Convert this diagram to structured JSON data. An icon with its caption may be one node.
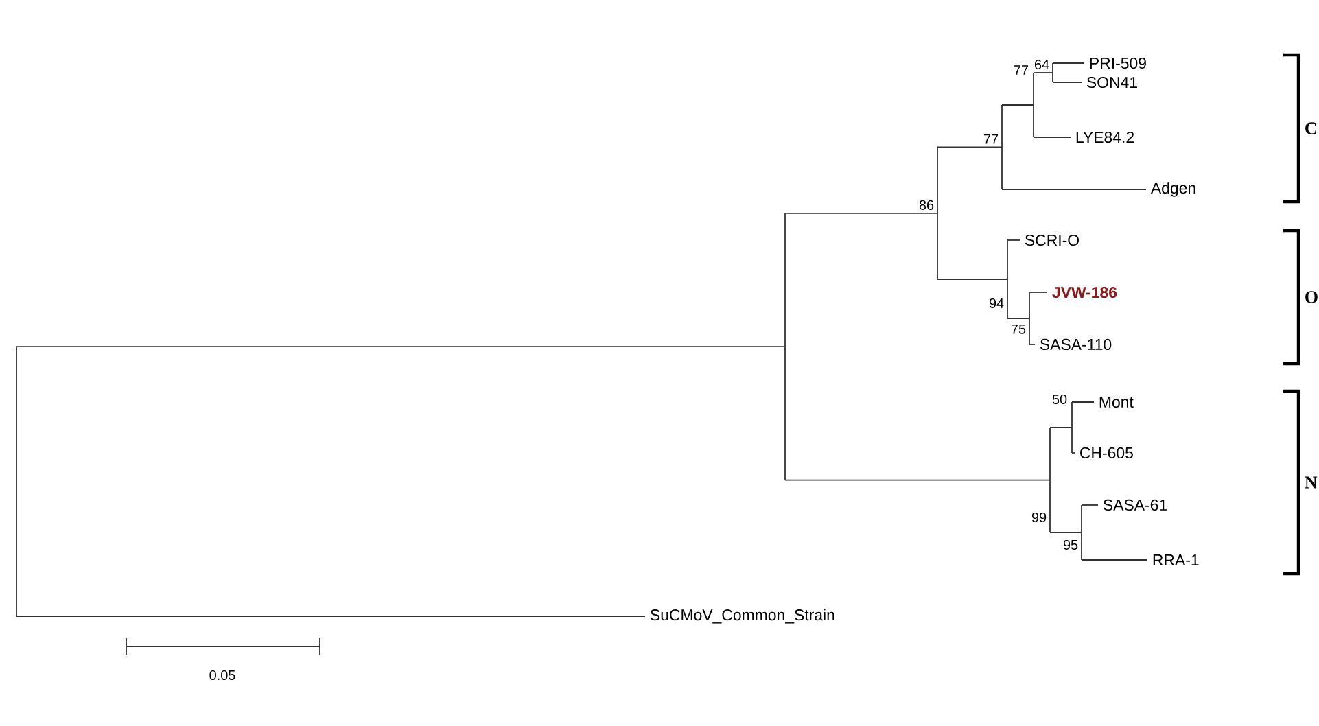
{
  "diagram": {
    "labels": [
      "64",
      "PRI-509",
      "77",
      "SON41",
      "C",
      "77",
      "LYE84.2",
      "86",
      "Adgen",
      "SCRI-O",
      "JVW-186",
      "O",
      "94",
      "75",
      "SASA-110",
      "50",
      "Mont",
      "CH-605",
      "N",
      "99",
      "SASA-61",
      "95",
      "RRA-1",
      "SuCMoV_Common_Strain",
      "0.05"
    ]
  }
}
